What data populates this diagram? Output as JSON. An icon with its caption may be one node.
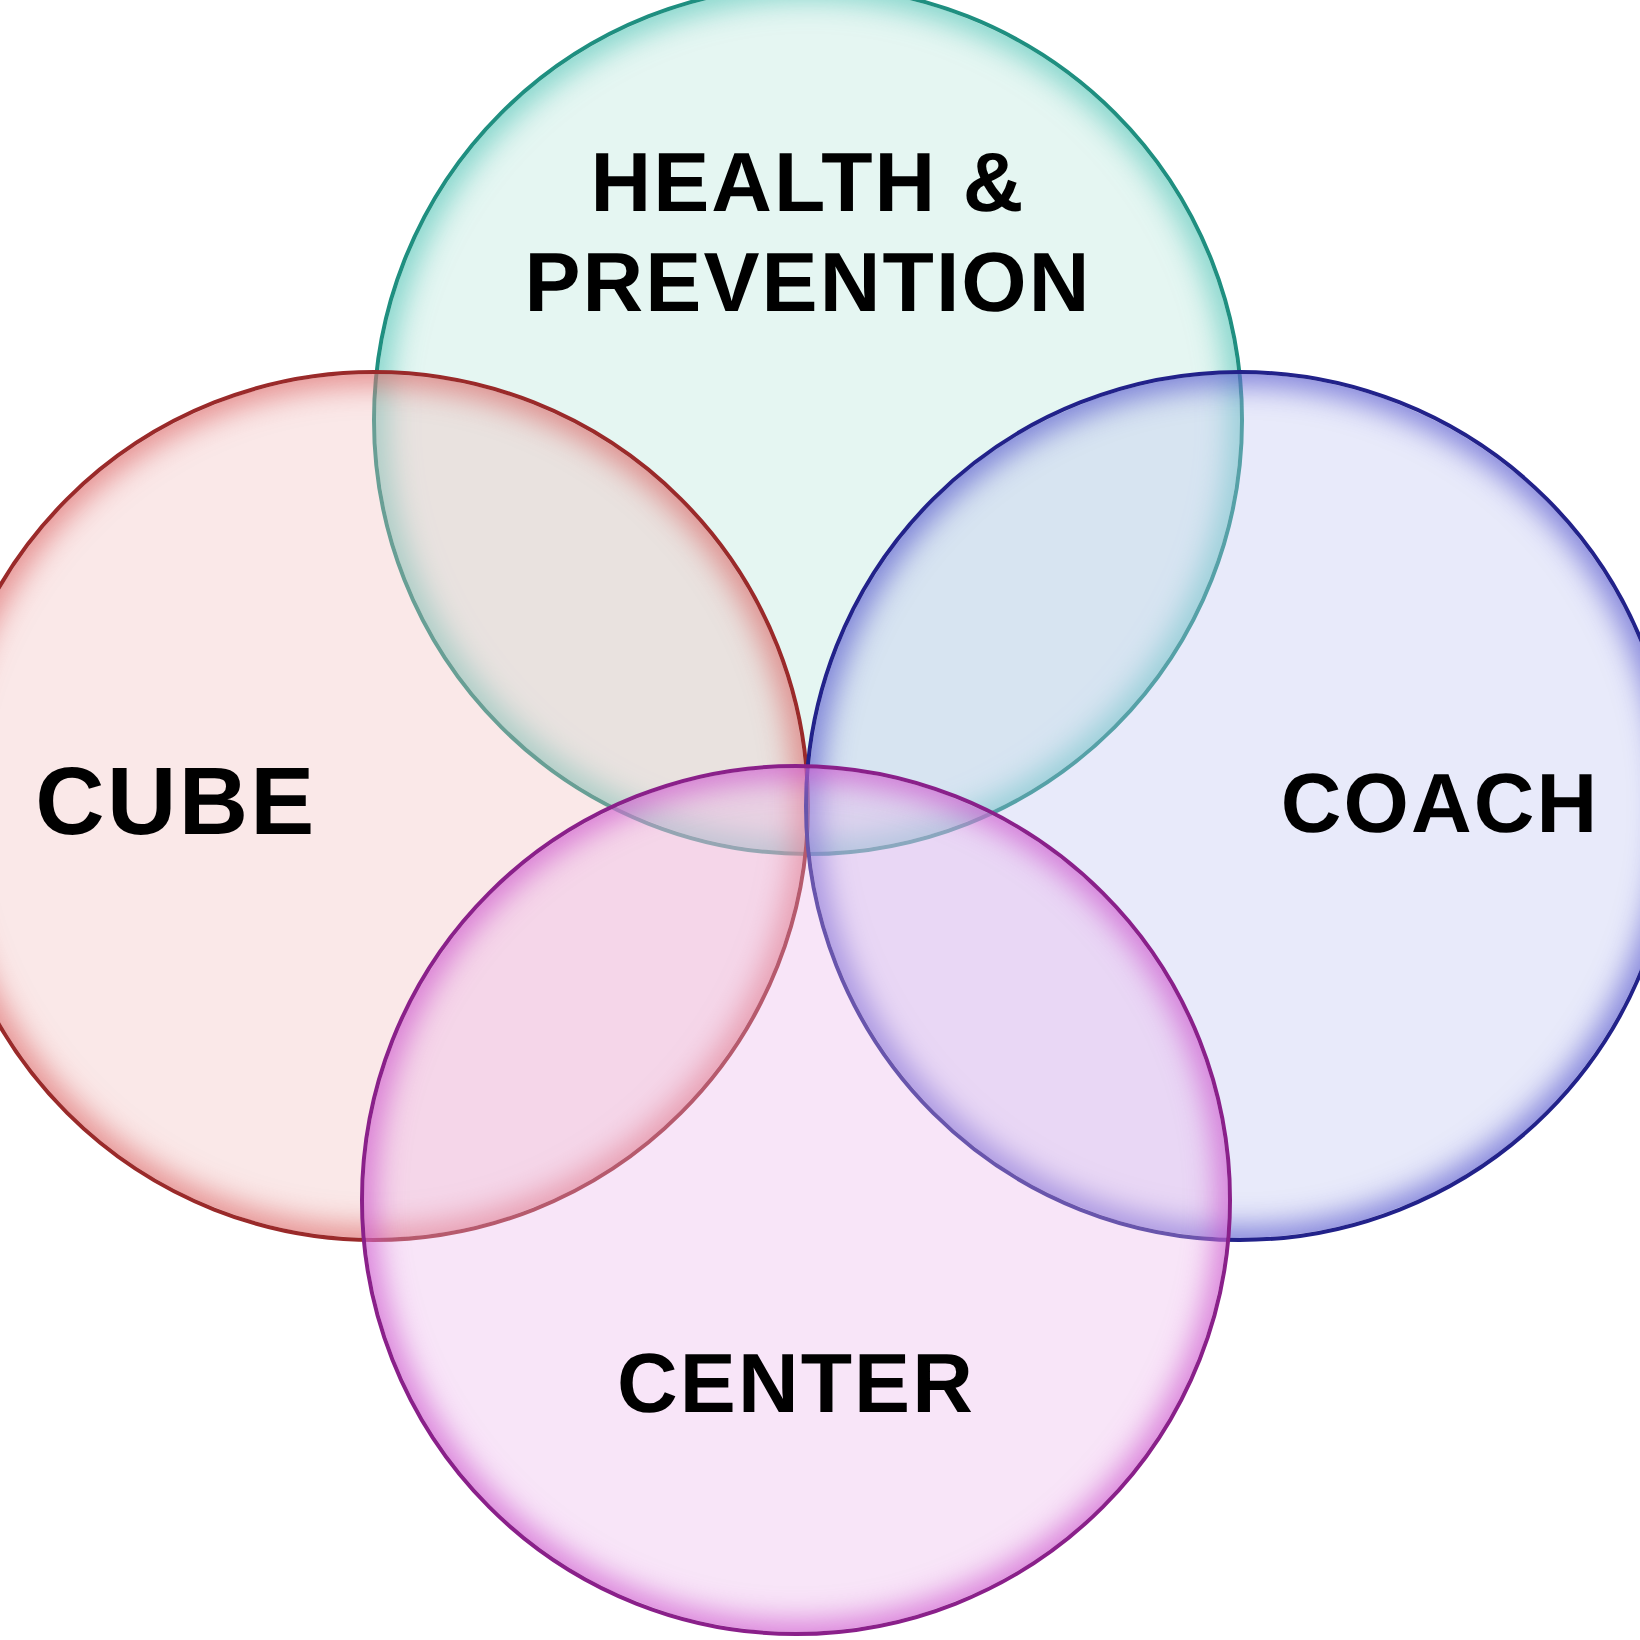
{
  "diagram": {
    "nodes": [
      {
        "text": [
          "HEALTH & PREVENTION"
        ]
      },
      {
        "text": [
          "CUBE"
        ]
      },
      {
        "text": [
          "COACH"
        ]
      },
      {
        "text": [
          "CENTER"
        ]
      }
    ]
  }
}
